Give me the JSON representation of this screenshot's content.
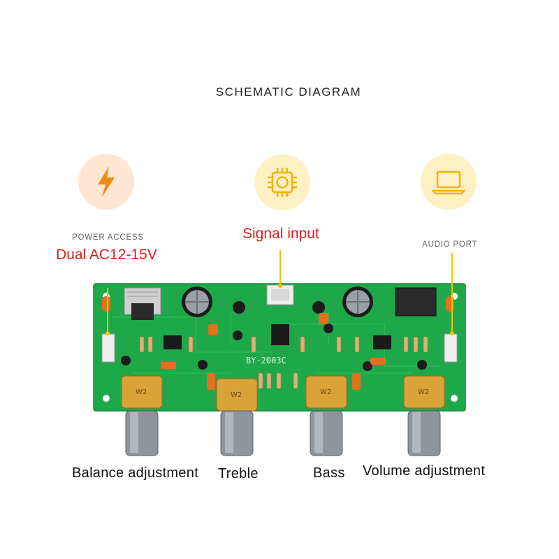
{
  "title": "SCHEMATIC DIAGRAM",
  "power": {
    "small_label": "POWER ACCESS",
    "main_label": "Dual AC12-15V",
    "icon": "lightning-bolt-icon"
  },
  "signal": {
    "main_label": "Signal input",
    "icon": "chip-icon"
  },
  "audio": {
    "small_label": "AUDIO PORT",
    "icon": "laptop-icon"
  },
  "board": {
    "silkscreen_model": "BY-2003C",
    "pot_marking": "W2"
  },
  "knobs": [
    {
      "label": "Balance adjustment"
    },
    {
      "label": "Treble"
    },
    {
      "label": "Bass"
    },
    {
      "label": "Volume adjustment"
    }
  ],
  "colors": {
    "pcb_green": "#1fa84a",
    "accent_orange": "#f08a12",
    "lead_yellow": "#f2c200",
    "label_red": "#e31b1b",
    "icon_bg_peach": "#fde7d3",
    "icon_bg_yellow": "#fdf0c2"
  }
}
